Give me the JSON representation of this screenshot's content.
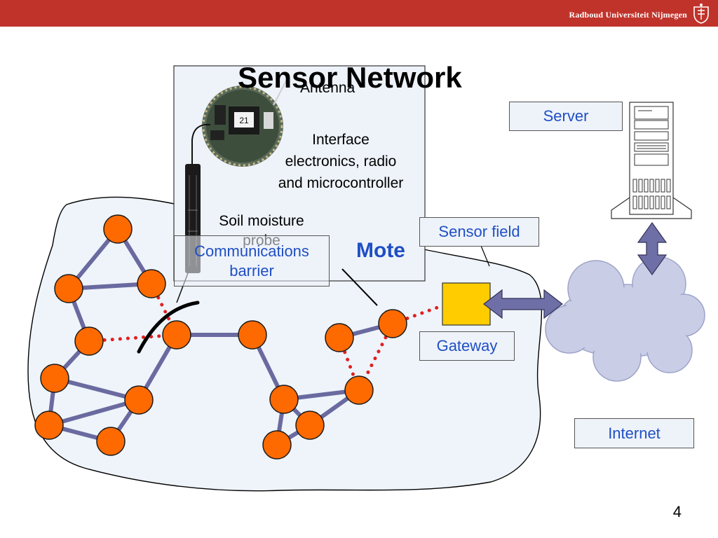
{
  "header": {
    "brand": "Radboud Universiteit Nijmegen",
    "bar_color": "#c0332b"
  },
  "slide": {
    "title": "Sensor Network",
    "page_number": "4"
  },
  "labels": {
    "server": "Server",
    "sensor_field": "Sensor field",
    "gateway": "Gateway",
    "internet": "Internet",
    "communications_barrier": "Communications barrier",
    "mote": "Mote"
  },
  "mote_inset": {
    "antenna": "Antenna",
    "interface_line1": "Interface",
    "interface_line2": "electronics, radio",
    "interface_line3": "and microcontroller",
    "probe_line1": "Soil moisture",
    "probe_line2": "probe",
    "board_id": "21"
  },
  "colors": {
    "node_fill": "#ff6a00",
    "link": "#6a6aa0",
    "radio_link": "#e02020",
    "gateway_fill": "#ffcc00",
    "field_fill": "#eef4fa",
    "cloud_fill": "#c9cde6",
    "label_text": "#1f4fc4"
  }
}
